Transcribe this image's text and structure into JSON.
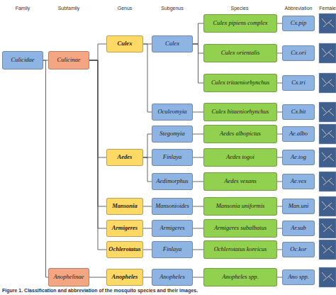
{
  "diagram": {
    "caption": "Figure 1. Classification and abbreviation of the mosquito species and their images.",
    "nodes": [
      {
        "text": [
          "Culicidae"
        ]
      },
      {
        "text": [
          "Culicinae"
        ]
      },
      {
        "text": [
          "Anophelinae"
        ]
      },
      {
        "text": [
          "Culex"
        ]
      },
      {
        "text": [
          "Aedes"
        ]
      },
      {
        "text": [
          "Mansonia"
        ]
      },
      {
        "text": [
          "Armigeres"
        ]
      },
      {
        "text": [
          "Ochlerotatus"
        ]
      },
      {
        "text": [
          "Anopheles"
        ]
      },
      {
        "text": [
          "Culex"
        ]
      },
      {
        "text": [
          "Oculeomyia"
        ]
      },
      {
        "text": [
          "Stegomyia"
        ]
      },
      {
        "text": [
          "Finlaya"
        ]
      },
      {
        "text": [
          "Aedimorphus"
        ]
      },
      {
        "text": [
          "Mansonioides"
        ]
      },
      {
        "text": [
          "Armigeres"
        ]
      },
      {
        "text": [
          "Finlaya"
        ]
      },
      {
        "text": [
          "Anopheles"
        ]
      },
      {
        "text": [
          "Culex pipiens complex"
        ]
      },
      {
        "text": [
          "Culex orientalis"
        ]
      },
      {
        "text": [
          "Culex tritaeniorhynchus"
        ]
      },
      {
        "text": [
          "Culex bitaeniorhynchus"
        ]
      },
      {
        "text": [
          "Aedes albopictus"
        ]
      },
      {
        "text": [
          "Aedes togoi"
        ]
      },
      {
        "text": [
          "Aedes vexans"
        ]
      },
      {
        "text": [
          "Mansonia uniformis"
        ]
      },
      {
        "text": [
          "Armigeres subalbatus"
        ]
      },
      {
        "text": [
          "Ochlerotatus koreicus"
        ]
      },
      {
        "text": [
          "Anopheles spp."
        ]
      },
      {
        "text": [
          "Cx.pip"
        ]
      },
      {
        "text": [
          "Cx.ori"
        ]
      },
      {
        "text": [
          "Cx.tri"
        ]
      },
      {
        "text": [
          "Cx.bit"
        ]
      },
      {
        "text": [
          "Ae.albo"
        ]
      },
      {
        "text": [
          "Ae.tog"
        ]
      },
      {
        "text": [
          "Ae.vex"
        ]
      },
      {
        "text": [
          "Man.uni"
        ]
      },
      {
        "text": [
          "Ar.sub"
        ]
      },
      {
        "text": [
          "Oc.kor"
        ]
      },
      {
        "text": [
          "Ano spp."
        ]
      }
    ],
    "edges": [
      {
        "from": 0,
        "to": 1,
        "arrow": "none"
      },
      {
        "from": 0,
        "to": 2,
        "arrow": "none"
      },
      {
        "from": 1,
        "to": 3,
        "arrow": "none"
      },
      {
        "from": 1,
        "to": 4,
        "arrow": "none"
      },
      {
        "from": 1,
        "to": 5,
        "arrow": "none"
      },
      {
        "from": 1,
        "to": 6,
        "arrow": "none"
      },
      {
        "from": 1,
        "to": 7,
        "arrow": "none"
      },
      {
        "from": 2,
        "to": 8,
        "arrow": "none"
      },
      {
        "from": 3,
        "to": 9,
        "arrow": "none"
      },
      {
        "from": 3,
        "to": 10,
        "arrow": "none"
      },
      {
        "from": 4,
        "to": 11,
        "arrow": "none"
      },
      {
        "from": 4,
        "to": 12,
        "arrow": "none"
      },
      {
        "from": 4,
        "to": 13,
        "arrow": "none"
      },
      {
        "from": 5,
        "to": 14,
        "arrow": "none"
      },
      {
        "from": 6,
        "to": 15,
        "arrow": "none"
      },
      {
        "from": 7,
        "to": 16,
        "arrow": "none"
      },
      {
        "from": 8,
        "to": 17,
        "arrow": "none"
      },
      {
        "from": 9,
        "to": 18,
        "arrow": "none"
      },
      {
        "from": 9,
        "to": 19,
        "arrow": "none"
      },
      {
        "from": 9,
        "to": 20,
        "arrow": "none"
      },
      {
        "from": 10,
        "to": 21,
        "arrow": "none"
      },
      {
        "from": 11,
        "to": 22,
        "arrow": "none"
      },
      {
        "from": 12,
        "to": 23,
        "arrow": "none"
      },
      {
        "from": 13,
        "to": 24,
        "arrow": "none"
      },
      {
        "from": 14,
        "to": 25,
        "arrow": "none"
      },
      {
        "from": 15,
        "to": 26,
        "arrow": "none"
      },
      {
        "from": 16,
        "to": 27,
        "arrow": "none"
      },
      {
        "from": 17,
        "to": 28,
        "arrow": "none"
      },
      {
        "from": 18,
        "to": 29,
        "arrow": "none"
      },
      {
        "from": 19,
        "to": 30,
        "arrow": "none"
      },
      {
        "from": 20,
        "to": 31,
        "arrow": "none"
      },
      {
        "from": 21,
        "to": 32,
        "arrow": "none"
      },
      {
        "from": 22,
        "to": 33,
        "arrow": "none"
      },
      {
        "from": 23,
        "to": 34,
        "arrow": "none"
      },
      {
        "from": 24,
        "to": 35,
        "arrow": "none"
      },
      {
        "from": 25,
        "to": 36,
        "arrow": "none"
      },
      {
        "from": 26,
        "to": 37,
        "arrow": "none"
      },
      {
        "from": 27,
        "to": 38,
        "arrow": "none"
      },
      {
        "from": 28,
        "to": 39,
        "arrow": "none"
      }
    ],
    "labels": [
      "Family",
      "Subfamily",
      "Genus",
      "Subgenus",
      "Species",
      "Abbreviation",
      "Female"
    ]
  }
}
